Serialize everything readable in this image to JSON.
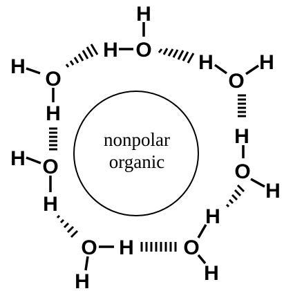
{
  "center": {
    "line1": "nonpolar",
    "line2": "organic"
  },
  "atoms": {
    "h1a": "H",
    "o1": "O",
    "h1b": "H",
    "h2a": "H",
    "o2": "O",
    "h2b": "H",
    "h3a": "H",
    "o3": "O",
    "h3b": "H",
    "h4a": "H",
    "o4": "O",
    "h4b": "H",
    "h5a": "H",
    "o5": "O",
    "h5b": "H",
    "h6a": "H",
    "o6": "O",
    "h6b": "H",
    "h7a": "H",
    "o7": "O",
    "h7b": "H"
  },
  "colors": {
    "ink": "#000000",
    "background": "#ffffff"
  }
}
